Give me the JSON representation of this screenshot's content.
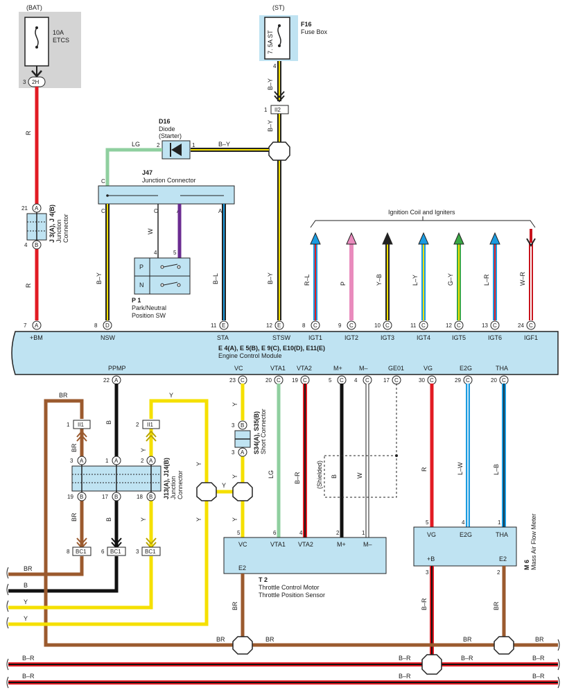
{
  "bat": {
    "label": "(BAT)",
    "fuse_line1": "10A",
    "fuse_line2": "ETCS",
    "pin": "3",
    "connector": "2H"
  },
  "st": {
    "label": "(ST)",
    "fuse_rating": "7. 5A ST",
    "fuse_id": "F16",
    "fuse_name": "Fuse Box",
    "pin": "4",
    "wire": "B–Y"
  },
  "ii2": {
    "pin": "1",
    "label": "II2",
    "wire": "B–Y"
  },
  "diode": {
    "id": "D16",
    "name": "Diode",
    "sub": "(Starter)",
    "pin_in": "2",
    "pin_out": "1",
    "wire_in": "LG",
    "wire_out": "B–Y"
  },
  "j47": {
    "id": "J47",
    "name": "Junction Connector",
    "pin_c1": "C",
    "pin_c2": "C",
    "pin_c3": "C",
    "pin_a1": "A",
    "pin_a2": "A"
  },
  "j3": {
    "name": "J 3(A), J 4(B)",
    "sub1": "Junction",
    "sub2": "Connector",
    "pin_top_num": "21",
    "pin_top": "A",
    "pin_bot_num": "4",
    "pin_bot": "B",
    "wire": "R"
  },
  "p1": {
    "id": "P 1",
    "name": "Park/Neutral",
    "name2": "Position SW",
    "pos_p": "P",
    "pos_n": "N",
    "pin4": "4",
    "pin5": "5",
    "wire_w": "W",
    "wire_c": "C",
    "wire_a": "A"
  },
  "ecm": {
    "title": "E 4(A), E 5(B), E 9(C), E10(D), E11(E)",
    "subtitle": "Engine Control Module",
    "top_pins": [
      {
        "num": "7",
        "conn": "A",
        "name": "+BM",
        "wire": "R"
      },
      {
        "num": "8",
        "conn": "D",
        "name": "NSW",
        "wire": "B–Y"
      },
      {
        "num": "11",
        "conn": "E",
        "name": "STA",
        "wire": "B–L"
      },
      {
        "num": "12",
        "conn": "E",
        "name": "STSW",
        "wire": "B–Y"
      },
      {
        "num": "8",
        "conn": "C",
        "name": "IGT1",
        "wire": "R–L"
      },
      {
        "num": "9",
        "conn": "C",
        "name": "IGT2",
        "wire": "P"
      },
      {
        "num": "10",
        "conn": "C",
        "name": "IGT3",
        "wire": "Y–B"
      },
      {
        "num": "11",
        "conn": "C",
        "name": "IGT4",
        "wire": "L–Y"
      },
      {
        "num": "12",
        "conn": "C",
        "name": "IGT5",
        "wire": "G–Y"
      },
      {
        "num": "13",
        "conn": "C",
        "name": "IGT6",
        "wire": "L–R"
      },
      {
        "num": "24",
        "conn": "C",
        "name": "IGF1",
        "wire": "W–R"
      }
    ],
    "bottom_pins": [
      {
        "num": "22",
        "conn": "A",
        "name": "PPMP"
      },
      {
        "num": "23",
        "conn": "C",
        "name": "VC"
      },
      {
        "num": "20",
        "conn": "C",
        "name": "VTA1"
      },
      {
        "num": "19",
        "conn": "C",
        "name": "VTA2"
      },
      {
        "num": "5",
        "conn": "C",
        "name": "M+"
      },
      {
        "num": "4",
        "conn": "C",
        "name": "M–"
      },
      {
        "num": "17",
        "conn": "C",
        "name": "GE01"
      },
      {
        "num": "30",
        "conn": "C",
        "name": "VG"
      },
      {
        "num": "29",
        "conn": "C",
        "name": "E2G"
      },
      {
        "num": "20",
        "conn": "C",
        "name": "THA"
      }
    ]
  },
  "ignition": {
    "label": "Ignition Coil and Igniters"
  },
  "j13": {
    "name": "J13(A), J14(B)",
    "sub1": "Junction",
    "sub2": "Connector",
    "top": [
      {
        "num": "3",
        "conn": "A"
      },
      {
        "num": "1",
        "conn": "A"
      },
      {
        "num": "2",
        "conn": "A"
      }
    ],
    "bottom": [
      {
        "num": "19",
        "conn": "B"
      },
      {
        "num": "17",
        "conn": "B"
      },
      {
        "num": "18",
        "conn": "B"
      }
    ]
  },
  "ii1": [
    {
      "num": "1",
      "label": "II1"
    },
    {
      "num": "2",
      "label": "II1"
    }
  ],
  "bc1": [
    {
      "num": "8",
      "label": "BC1"
    },
    {
      "num": "6",
      "label": "BC1"
    },
    {
      "num": "3",
      "label": "BC1"
    }
  ],
  "s34": {
    "name": "S34(A), S35(B)",
    "sub": "Short Connector",
    "pin_top_num": "3",
    "pin_top": "B",
    "pin_bot_num": "3",
    "pin_bot": "A"
  },
  "t2": {
    "id": "T 2",
    "name": "Throttle Control Motor",
    "name2": "Throttle Position Sensor",
    "pins": [
      {
        "num": "5",
        "name": "VC"
      },
      {
        "num": "6",
        "name": "VTA1"
      },
      {
        "num": "4",
        "name": "VTA2"
      },
      {
        "num": "2",
        "name": "M+"
      },
      {
        "num": "1",
        "name": "M–"
      }
    ],
    "e2": "E2"
  },
  "m6": {
    "id": "M 6",
    "name": "Mass Air Flow Meter",
    "pins": [
      {
        "num": "5",
        "name": "VG"
      },
      {
        "num": "4",
        "name": "E2G"
      },
      {
        "num": "1",
        "name": "THA"
      }
    ],
    "pb": "+B",
    "e2": "E2",
    "pin3": "3",
    "pin2": "2"
  },
  "wires": {
    "br": "BR",
    "b": "B",
    "y": "Y",
    "lg": "LG",
    "b_r": "B–R",
    "r": "R",
    "l_w": "L–W",
    "l_b": "L–B",
    "w": "W",
    "shielded": "(Shielded)"
  }
}
